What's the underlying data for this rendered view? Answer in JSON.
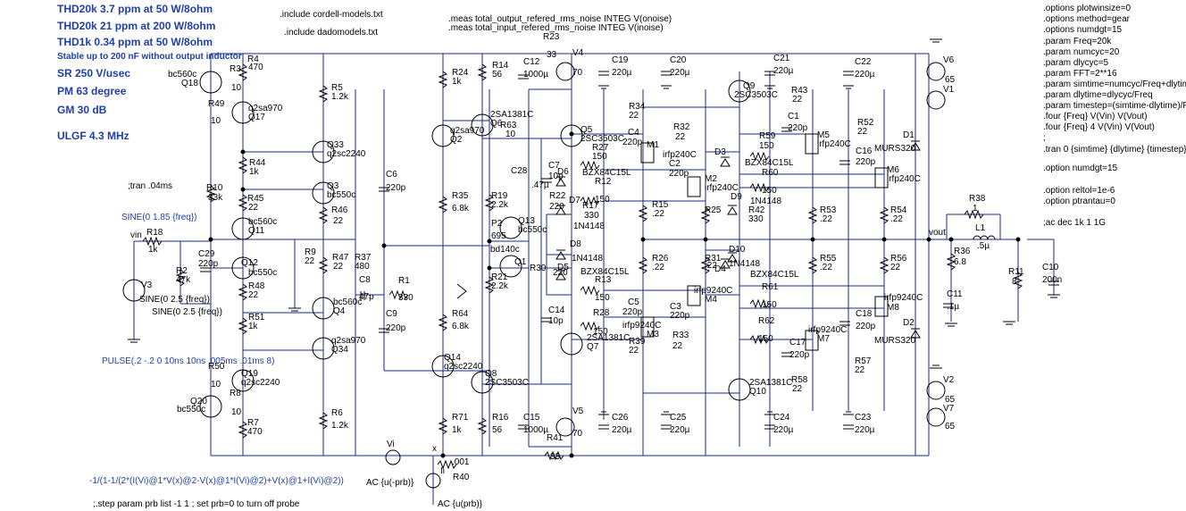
{
  "specs": [
    "THD20k 3.7 ppm at 50 W/8ohm",
    "THD20k 21 ppm at 200 W/8ohm",
    "THD1k 0.34 ppm at 50 W/8ohm"
  ],
  "stable_note": "Stable up to 200 nF without output inductor",
  "perf": [
    "SR 250 V/usec",
    "PM  63 degree",
    "GM  30 dB",
    "ULGF 4.3 MHz"
  ],
  "directives_top": [
    ".include cordell-models.txt",
    ".include dadomodels.txt",
    ".meas total_output_refered_rms_noise INTEG V(onoise)",
    ".meas total_input_refered_rms_noise INTEG V(inoise)"
  ],
  "options": [
    ".options plotwinsize=0",
    ".options method=gear",
    ".options numdgt=15",
    ".param Freq=20k",
    ".param numcyc=20",
    ".param dlycyc=5",
    ".param FFT=2**16",
    ".param simtime=numcyc/Freq+dlytime",
    ".param dlytime=dlycyc/Freq",
    ".param timestep=(simtime-dlytime)/FFT",
    ".four {Freq} V(Vin) V(Vout)",
    ".four {Freq} 4 V(Vin) V(Vout)",
    ";",
    ".tran 0 {simtime} {dlytime} {timestep}",
    ".option numdgt=15",
    ".option reltol=1e-6",
    ".option ptrantau=0",
    ";ac dec 1k 1 1G"
  ],
  "tran_comment": ";tran .04ms",
  "sine1": "SINE(0 1.85 {freq})",
  "sine2": "SINE(0 2.5 {freq})",
  "pulse": "PULSE(.2 -.2 0 10ns 10ns .005ms .01ms 8)",
  "formula": "-1/(1-1/(2*(I(Vi)@1*V(x)@2-V(x)@1*I(Vi)@2)+V(x)@1+I(Vi)@2))",
  "step": ";.step param prb list -1 1 ; set prb=0 to turn off probe",
  "ac_labels": [
    "AC {u(-prb)}",
    "AC {u(prb)}"
  ],
  "nets": [
    "vin",
    "vout",
    "Vi",
    "Ii",
    "x"
  ],
  "labels": [
    [
      "bc560c",
      188,
      86
    ],
    [
      "Q18",
      203,
      96
    ],
    [
      "R4",
      277,
      69
    ],
    [
      "470",
      278,
      78
    ],
    [
      "R3",
      257,
      80
    ],
    [
      "10",
      259,
      101
    ],
    [
      "R49",
      233,
      119
    ],
    [
      "10",
      236,
      138
    ],
    [
      "q2sa970",
      278,
      124
    ],
    [
      "Q17",
      278,
      134
    ],
    [
      "R5",
      371,
      101
    ],
    [
      "1.2k",
      371,
      111
    ],
    [
      "R24",
      506,
      84
    ],
    [
      "1k",
      506,
      94
    ],
    [
      "R14",
      551,
      76
    ],
    [
      "56",
      551,
      86
    ],
    [
      "C12",
      586,
      72
    ],
    [
      "1000µ",
      586,
      86
    ],
    [
      "R23",
      608,
      44
    ],
    [
      "33",
      612,
      64
    ],
    [
      "V4",
      641,
      62
    ],
    [
      "70",
      641,
      84
    ],
    [
      "C19",
      685,
      70
    ],
    [
      "220µ",
      685,
      84
    ],
    [
      "C20",
      750,
      70
    ],
    [
      "220µ",
      750,
      84
    ],
    [
      "C21",
      866,
      68
    ],
    [
      "220µ",
      866,
      82
    ],
    [
      "C22",
      957,
      72
    ],
    [
      "220µ",
      957,
      86
    ],
    [
      "V6",
      1056,
      70
    ],
    [
      "65",
      1058,
      92
    ],
    [
      "V1",
      1056,
      103
    ],
    [
      "Q9",
      832,
      99
    ],
    [
      "2SC3503C",
      822,
      109
    ],
    [
      "R43",
      886,
      104
    ],
    [
      "22",
      887,
      114
    ],
    [
      "R34",
      704,
      122
    ],
    [
      "22",
      704,
      132
    ],
    [
      "2SA1381C",
      549,
      131
    ],
    [
      "Q6",
      549,
      141
    ],
    [
      "R63",
      560,
      143
    ],
    [
      "10",
      566,
      153
    ],
    [
      "q2sa970",
      504,
      149
    ],
    [
      "Q2",
      504,
      159
    ],
    [
      "Q5",
      650,
      148
    ],
    [
      "2SC3503C",
      650,
      158
    ],
    [
      "C4",
      703,
      151
    ],
    [
      "220p",
      697,
      162
    ],
    [
      "M1",
      724,
      165
    ],
    [
      "R32",
      754,
      145
    ],
    [
      "22",
      756,
      156
    ],
    [
      "C1",
      882,
      133
    ],
    [
      "220p",
      882,
      146
    ],
    [
      "M5",
      915,
      154
    ],
    [
      "irfp240C",
      915,
      164
    ],
    [
      "R52",
      960,
      140
    ],
    [
      "22",
      960,
      150
    ],
    [
      "D1",
      1011,
      154
    ],
    [
      "MURS320",
      979,
      169
    ],
    [
      "Q33",
      366,
      165
    ],
    [
      "q2sc2240",
      366,
      175
    ],
    [
      "R44",
      279,
      185
    ],
    [
      "1k",
      279,
      195
    ],
    [
      "R27",
      663,
      168
    ],
    [
      "150",
      663,
      178
    ],
    [
      "BZX84C15L",
      652,
      196
    ],
    [
      "irfp240C",
      742,
      176
    ],
    [
      "C2",
      749,
      186
    ],
    [
      "220p",
      749,
      197
    ],
    [
      "D3",
      800,
      173
    ],
    [
      "R59",
      850,
      155
    ],
    [
      "150",
      850,
      166
    ],
    [
      "BZX84C15L",
      834,
      185
    ],
    [
      "C16",
      958,
      172
    ],
    [
      "220p",
      958,
      184
    ],
    [
      "M6",
      993,
      193
    ],
    [
      "irfp240C",
      993,
      203
    ],
    [
      "C28",
      572,
      194
    ],
    [
      "C7",
      614,
      188
    ],
    [
      "10p",
      614,
      200
    ],
    [
      "D6",
      624,
      195
    ],
    [
      ".47µ",
      595,
      210
    ],
    [
      "R12",
      666,
      206
    ],
    [
      "150",
      666,
      226
    ],
    [
      "M2",
      789,
      203
    ],
    [
      "irfp240C",
      789,
      213
    ],
    [
      "R60",
      853,
      196
    ],
    [
      "150",
      853,
      216
    ],
    [
      "C6",
      432,
      198
    ],
    [
      "220p",
      432,
      213
    ],
    [
      "R10",
      231,
      213
    ],
    [
      "33k",
      233,
      224
    ],
    [
      "Q3",
      366,
      211
    ],
    [
      "bc550c",
      366,
      221
    ],
    [
      "R19",
      550,
      222
    ],
    [
      "2.2k",
      550,
      232
    ],
    [
      "R22",
      615,
      222
    ],
    [
      "220",
      615,
      234
    ],
    [
      "D7",
      637,
      227
    ],
    [
      "R35",
      506,
      222
    ],
    [
      "6.8k",
      506,
      236
    ],
    [
      "R17",
      652,
      233
    ],
    [
      "330",
      654,
      244
    ],
    [
      "1N4148",
      642,
      256
    ],
    [
      "D9",
      818,
      223
    ],
    [
      "1N4148",
      840,
      228
    ],
    [
      "R45",
      277,
      225
    ],
    [
      "22",
      278,
      235
    ],
    [
      "R46",
      371,
      238
    ],
    [
      "22",
      373,
      250
    ],
    [
      "R15",
      730,
      232
    ],
    [
      ".22",
      730,
      242
    ],
    [
      "R25",
      789,
      238
    ],
    [
      "R42",
      838,
      238
    ],
    [
      "330",
      838,
      248
    ],
    [
      "R53",
      918,
      238
    ],
    [
      ".22",
      918,
      248
    ],
    [
      "R54",
      997,
      238
    ],
    [
      ".22",
      997,
      248
    ],
    [
      "R38",
      1085,
      225
    ],
    [
      "1",
      1089,
      236
    ],
    [
      "P2",
      550,
      253
    ],
    [
      "695",
      550,
      267
    ],
    [
      "Q13",
      580,
      250
    ],
    [
      "bc550c",
      580,
      260
    ],
    [
      "bc560c",
      278,
      251
    ],
    [
      "Q11",
      278,
      261
    ],
    [
      "vin",
      146,
      266
    ],
    [
      "R18",
      164,
      263
    ],
    [
      "1k",
      166,
      282
    ],
    [
      "D8",
      638,
      276
    ],
    [
      "bd140c",
      549,
      282
    ],
    [
      "vout",
      1040,
      263
    ],
    [
      "L1",
      1092,
      258
    ],
    [
      ".5µ",
      1094,
      278
    ],
    [
      "R36",
      1068,
      284
    ],
    [
      "6.8",
      1068,
      296
    ],
    [
      "Q1",
      576,
      296
    ],
    [
      "R9",
      341,
      285
    ],
    [
      "22",
      341,
      295
    ],
    [
      "R47",
      372,
      291
    ],
    [
      "22",
      373,
      301
    ],
    [
      "R37",
      397,
      291
    ],
    [
      "480",
      397,
      301
    ],
    [
      "C29",
      222,
      287
    ],
    [
      "220p",
      222,
      298
    ],
    [
      "R2",
      197,
      306
    ],
    [
      "47k",
      197,
      316
    ],
    [
      "Q12",
      270,
      297
    ],
    [
      "bc550c",
      278,
      308
    ],
    [
      "1N4148",
      640,
      292
    ],
    [
      "D5",
      624,
      302
    ],
    [
      "R30",
      593,
      303
    ],
    [
      "220",
      619,
      308
    ],
    [
      "R26",
      730,
      292
    ],
    [
      ".22",
      730,
      302
    ],
    [
      "R31",
      789,
      292
    ],
    [
      ".22",
      789,
      300
    ],
    [
      "D10",
      816,
      282
    ],
    [
      "1N4148",
      816,
      298
    ],
    [
      "D4",
      800,
      304
    ],
    [
      "BZX84C15L",
      650,
      307
    ],
    [
      "BZX84C15L",
      840,
      310
    ],
    [
      "R55",
      918,
      292
    ],
    [
      ".22",
      918,
      302
    ],
    [
      "R56",
      997,
      292
    ],
    [
      "22",
      997,
      302
    ],
    [
      "R11",
      1129,
      307
    ],
    [
      "8",
      1133,
      318
    ],
    [
      "C10",
      1167,
      302
    ],
    [
      "200n",
      1167,
      316
    ],
    [
      "C8",
      402,
      316
    ],
    [
      "47p",
      402,
      335
    ],
    [
      "R1",
      446,
      317
    ],
    [
      "330",
      446,
      336
    ],
    [
      "R21",
      550,
      313
    ],
    [
      "2.2k",
      550,
      323
    ],
    [
      "R13",
      666,
      316
    ],
    [
      "150",
      666,
      336
    ],
    [
      "irfp9240C",
      777,
      328
    ],
    [
      "M4",
      789,
      338
    ],
    [
      "R61",
      853,
      324
    ],
    [
      "150",
      853,
      344
    ],
    [
      "V3",
      158,
      322
    ],
    [
      "SINE(0 2.5 {freq})",
      156,
      338
    ],
    [
      "R48",
      278,
      323
    ],
    [
      "22",
      278,
      333
    ],
    [
      "C11",
      1060,
      332
    ],
    [
      ".1µ",
      1060,
      346
    ],
    [
      "bc560c",
      373,
      341
    ],
    [
      "Q4",
      373,
      351
    ],
    [
      "C5",
      703,
      341
    ],
    [
      "220p",
      697,
      352
    ],
    [
      "C3",
      750,
      346
    ],
    [
      "220p",
      750,
      356
    ],
    [
      "C14",
      614,
      350
    ],
    [
      "10p",
      614,
      362
    ],
    [
      "R28",
      664,
      353
    ],
    [
      "150",
      664,
      374
    ],
    [
      "M3",
      724,
      377
    ],
    [
      "irfp9240C",
      697,
      367
    ],
    [
      "R62",
      849,
      362
    ],
    [
      "150",
      849,
      382
    ],
    [
      "irfp9240C",
      990,
      336
    ],
    [
      "M8",
      993,
      347
    ],
    [
      "C9",
      432,
      354
    ],
    [
      "220p",
      432,
      370
    ],
    [
      "R51",
      278,
      358
    ],
    [
      "1k",
      278,
      368
    ],
    [
      "R64",
      506,
      354
    ],
    [
      "6.8k",
      506,
      368
    ],
    [
      "C18",
      958,
      354
    ],
    [
      "220p",
      958,
      368
    ],
    [
      "M7",
      915,
      382
    ],
    [
      "irfp9240C",
      905,
      372
    ],
    [
      "C17",
      884,
      386
    ],
    [
      "220p",
      884,
      400
    ],
    [
      "2SA1381C",
      657,
      381
    ],
    [
      "Q7",
      657,
      391
    ],
    [
      "R39",
      704,
      385
    ],
    [
      "22",
      704,
      395
    ],
    [
      "R33",
      753,
      378
    ],
    [
      "22",
      753,
      390
    ],
    [
      "q2sa970",
      371,
      384
    ],
    [
      "Q34",
      371,
      394
    ],
    [
      "D2",
      1011,
      364
    ],
    [
      "MURS320",
      979,
      384
    ],
    [
      "R57",
      957,
      407
    ],
    [
      "22",
      957,
      417
    ],
    [
      "Q14",
      497,
      403
    ],
    [
      "q2sc2240",
      497,
      413
    ],
    [
      "R50",
      233,
      413
    ],
    [
      "10",
      236,
      433
    ],
    [
      "Q19",
      270,
      421
    ],
    [
      "q2sc2240",
      270,
      431
    ],
    [
      "Q8",
      543,
      421
    ],
    [
      "2SC3503C",
      543,
      431
    ],
    [
      "R58",
      886,
      428
    ],
    [
      "22",
      887,
      438
    ],
    [
      "2SA1381C",
      839,
      431
    ],
    [
      "Q10",
      839,
      441
    ],
    [
      "V2",
      1056,
      428
    ],
    [
      "65",
      1058,
      450
    ],
    [
      "V7",
      1056,
      460
    ],
    [
      "65",
      1058,
      480
    ],
    [
      "Q20",
      213,
      452
    ],
    [
      "bc550c",
      198,
      461
    ],
    [
      "R8",
      257,
      443
    ],
    [
      "10",
      259,
      464
    ],
    [
      "R6",
      371,
      465
    ],
    [
      "1.2k",
      371,
      479
    ],
    [
      "R71",
      506,
      470
    ],
    [
      "1k",
      506,
      484
    ],
    [
      "R16",
      551,
      470
    ],
    [
      "56",
      551,
      484
    ],
    [
      "C15",
      586,
      470
    ],
    [
      "1000µ",
      586,
      484
    ],
    [
      "V5",
      641,
      463
    ],
    [
      "70",
      641,
      488
    ],
    [
      "C26",
      685,
      470
    ],
    [
      "220µ",
      685,
      484
    ],
    [
      "C25",
      750,
      470
    ],
    [
      "220µ",
      750,
      484
    ],
    [
      "C24",
      866,
      470
    ],
    [
      "220µ",
      866,
      484
    ],
    [
      "C23",
      957,
      470
    ],
    [
      "220µ",
      957,
      484
    ],
    [
      "R7",
      277,
      476
    ],
    [
      "470",
      277,
      486
    ],
    [
      "Vi",
      433,
      500
    ],
    [
      "x",
      484,
      505
    ],
    [
      "R41",
      612,
      493
    ],
    [
      "33",
      616,
      514
    ],
    [
      ".001",
      506,
      520
    ],
    [
      "R40",
      507,
      537
    ]
  ]
}
